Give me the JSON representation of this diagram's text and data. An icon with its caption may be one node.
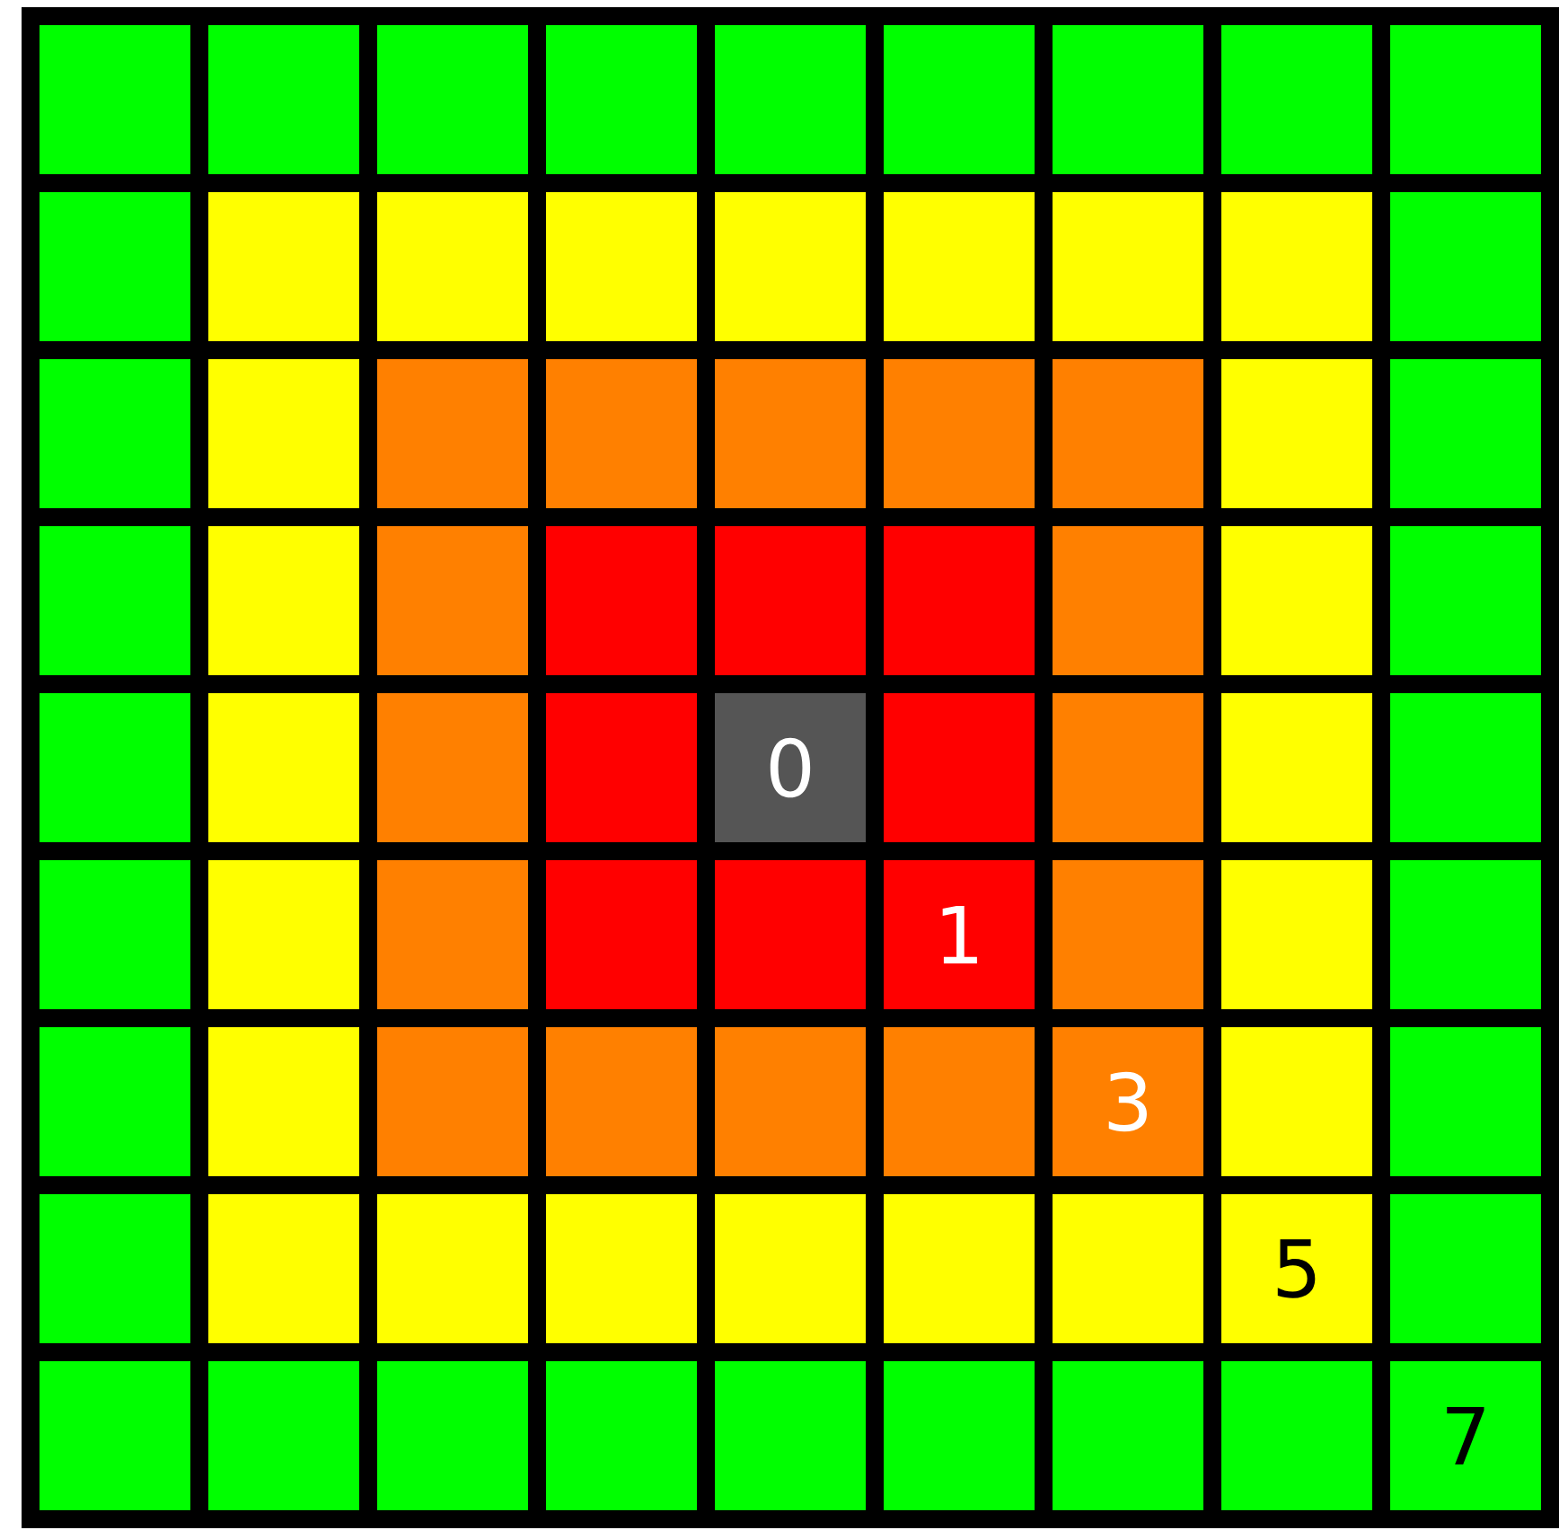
{
  "diagram": {
    "labels": [
      "0",
      "1",
      "3",
      "5",
      "7"
    ]
  }
}
